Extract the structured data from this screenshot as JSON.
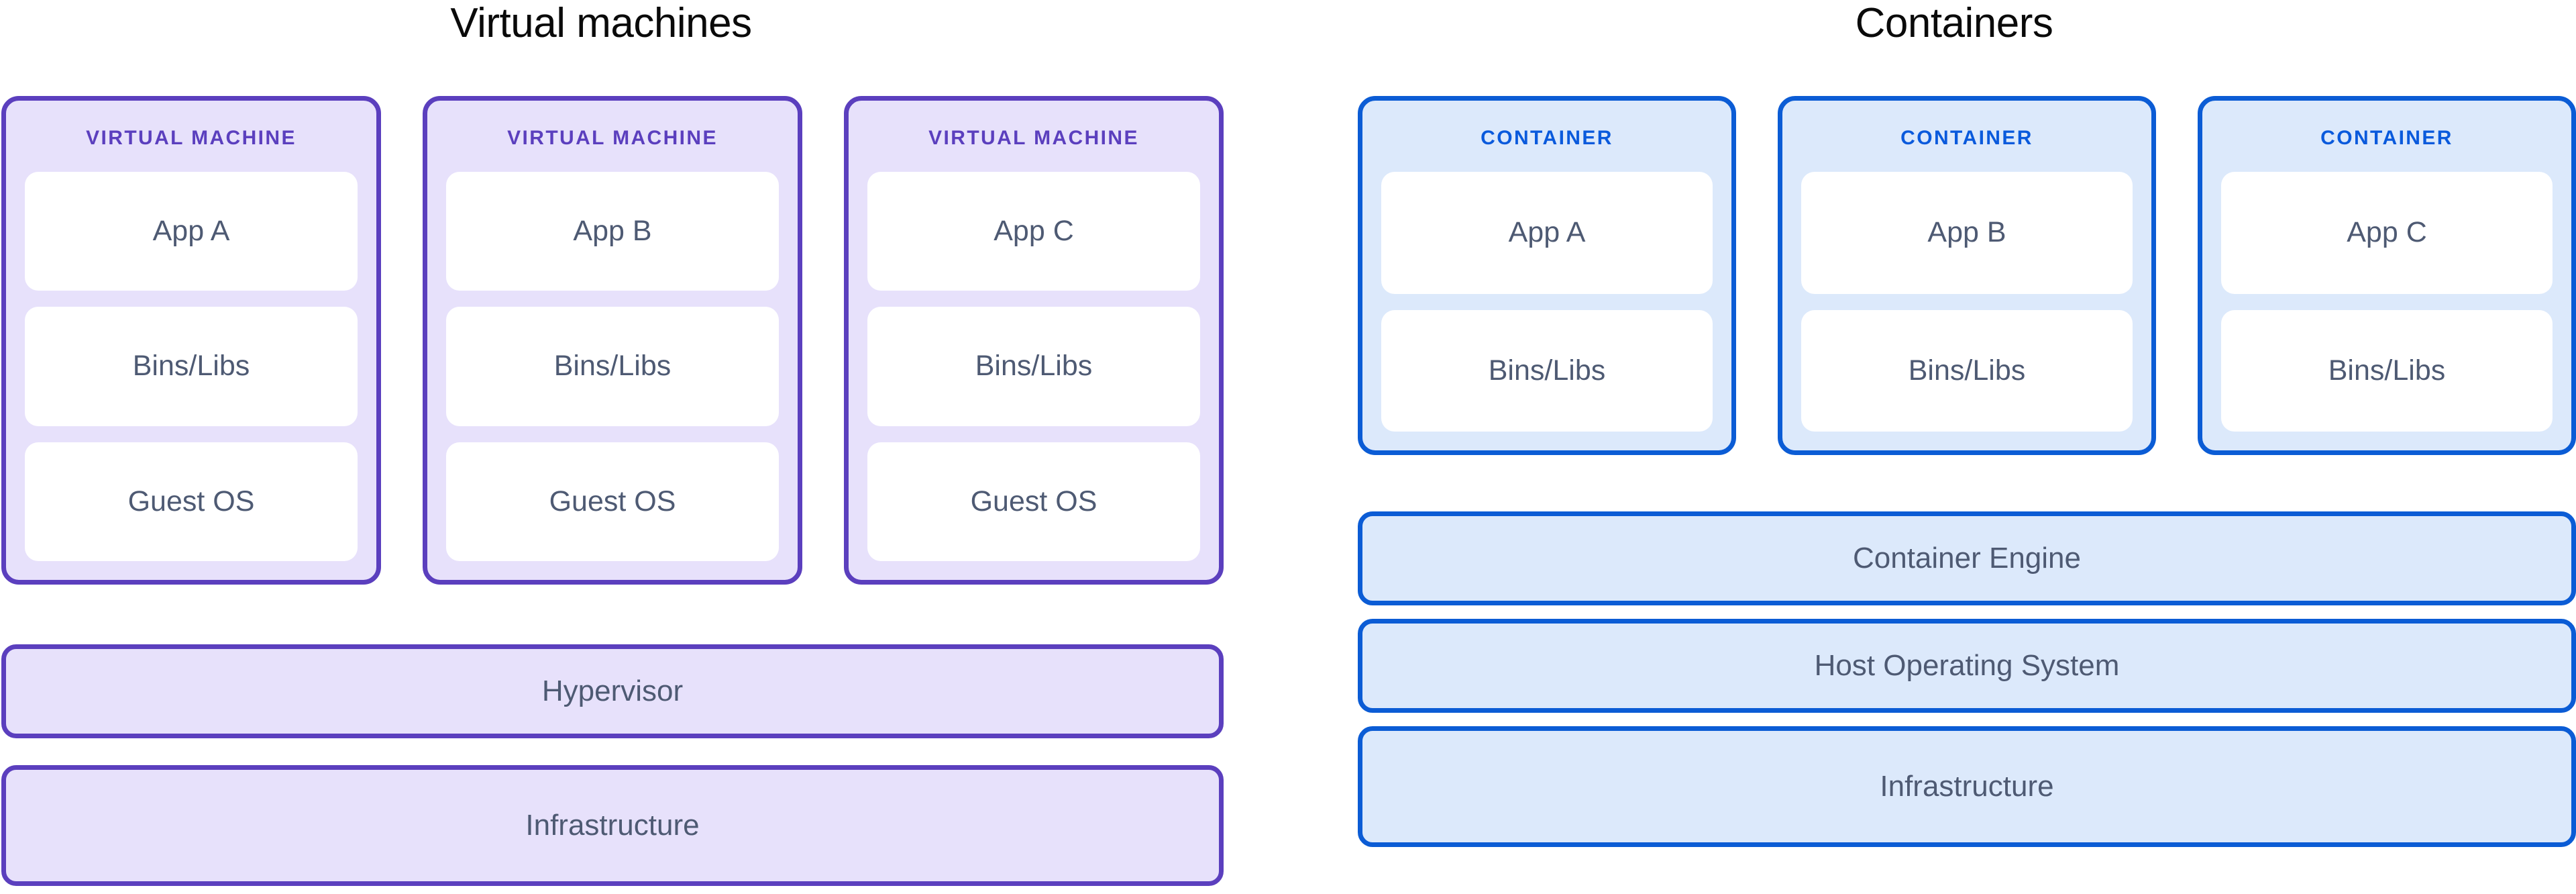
{
  "panels": {
    "vm": {
      "title": "Virtual machines",
      "accent_border": "#5b3fbe",
      "accent_fill": "#e7e1fb",
      "cards": [
        {
          "label": "VIRTUAL MACHINE",
          "rows": [
            "App A",
            "Bins/Libs",
            "Guest OS"
          ]
        },
        {
          "label": "VIRTUAL MACHINE",
          "rows": [
            "App B",
            "Bins/Libs",
            "Guest OS"
          ]
        },
        {
          "label": "VIRTUAL MACHINE",
          "rows": [
            "App C",
            "Bins/Libs",
            "Guest OS"
          ]
        }
      ],
      "bars": [
        {
          "label": "Hypervisor"
        },
        {
          "label": "Infrastructure"
        }
      ]
    },
    "container": {
      "title": "Containers",
      "accent_border": "#0b5cd5",
      "accent_fill": "#dce9fb",
      "cards": [
        {
          "label": "CONTAINER",
          "rows": [
            "App A",
            "Bins/Libs"
          ]
        },
        {
          "label": "CONTAINER",
          "rows": [
            "App B",
            "Bins/Libs"
          ]
        },
        {
          "label": "CONTAINER",
          "rows": [
            "App C",
            "Bins/Libs"
          ]
        }
      ],
      "bars": [
        {
          "label": "Container Engine"
        },
        {
          "label": "Host Operating System"
        },
        {
          "label": "Infrastructure"
        }
      ]
    }
  }
}
